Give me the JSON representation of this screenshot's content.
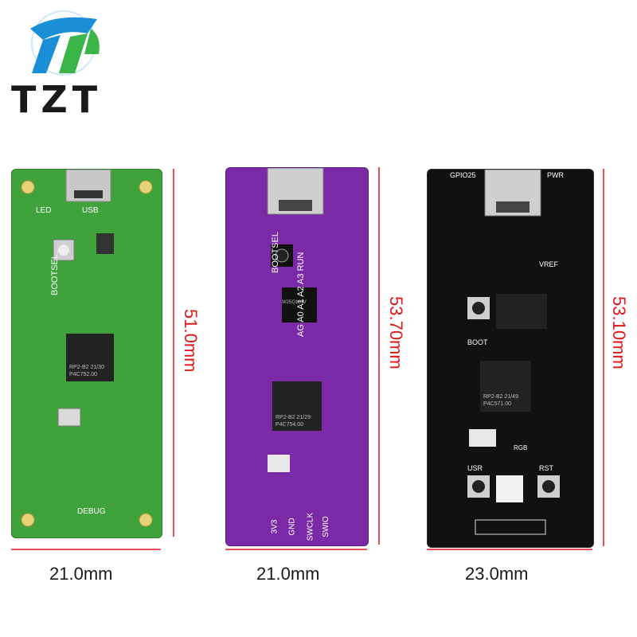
{
  "brand": {
    "name": "TZT",
    "colors": {
      "blue": "#1a8fd8",
      "green": "#3ab54a",
      "dark": "#1a1a1a"
    }
  },
  "dimension_color": "#e01818",
  "boards": [
    {
      "name": "pico-green",
      "color": "#3fa23a",
      "height_label": "51.0mm",
      "width_label": "21.0mm",
      "silk": [
        "BOOTSEL",
        "LED",
        "USB",
        "DEBUG",
        "RP2-B2  21/30",
        "P4C752.00"
      ]
    },
    {
      "name": "pico-purple",
      "color": "#7a2aa6",
      "height_label": "53.70mm",
      "width_label": "21.0mm",
      "silk": [
        "BOOTSEL",
        "AG A0 A1 A2 A3 RUN",
        "RP2-B2  21/29",
        "P4C754.00",
        "3V3",
        "GND",
        "SWCLK",
        "SWIO",
        "W25Q16JV"
      ]
    },
    {
      "name": "pico-black",
      "color": "#111111",
      "height_label": "53.10mm",
      "width_label": "23.0mm",
      "silk": [
        "GPIO25",
        "PWR",
        "BOOT",
        "VREF",
        "USR",
        "RST",
        "RGB",
        "RP2-B2  21/49",
        "P4C571.00"
      ]
    }
  ]
}
